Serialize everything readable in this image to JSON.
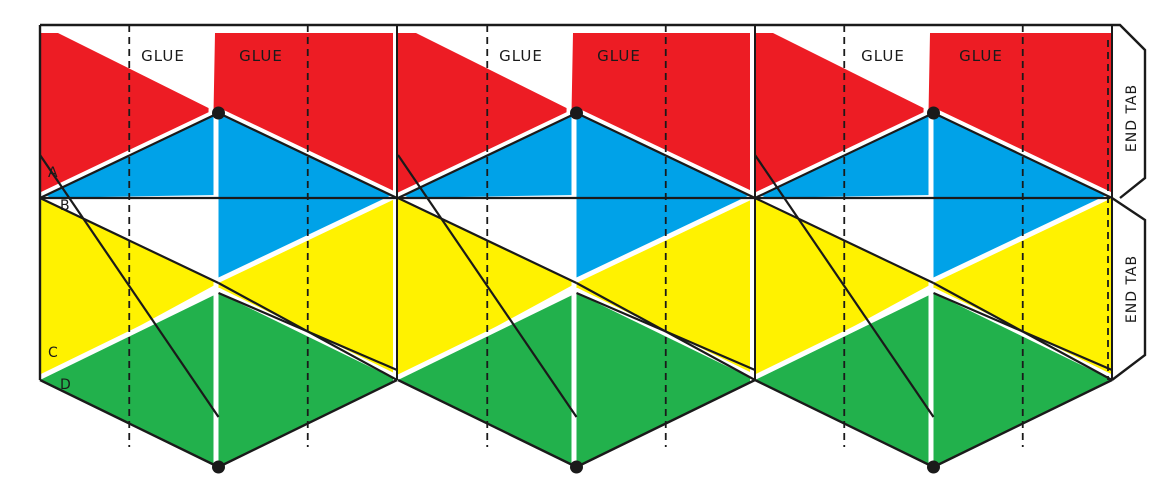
{
  "template": {
    "glue_labels": [
      "GLUE",
      "GLUE",
      "GLUE",
      "GLUE",
      "GLUE",
      "GLUE"
    ],
    "row_labels": [
      "A",
      "B",
      "C",
      "D"
    ],
    "end_tab_labels": [
      "END TAB",
      "END TAB"
    ],
    "colors": {
      "red": "#ed1c24",
      "blue": "#00a2e8",
      "yellow": "#fff200",
      "green": "#22b14c",
      "line": "#1a1a1a",
      "paper": "#ffffff"
    }
  }
}
